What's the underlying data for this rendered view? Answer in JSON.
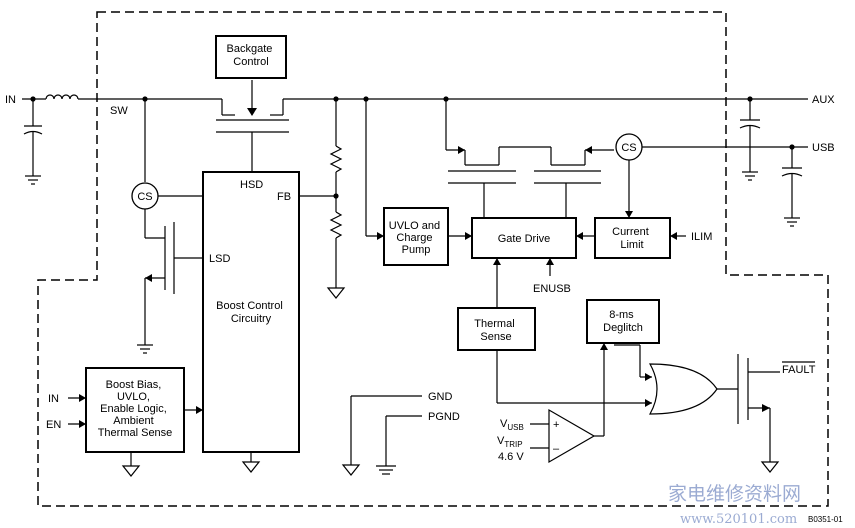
{
  "pins": {
    "in_main": "IN",
    "sw": "SW",
    "aux": "AUX",
    "usb": "USB",
    "ilim": "ILIM",
    "enusb": "ENUSB",
    "lsd": "LSD",
    "hsd": "HSD",
    "fb": "FB",
    "gnd": "GND",
    "pgnd": "PGND",
    "fault": "FAULT",
    "bias_in": "IN",
    "bias_en": "EN"
  },
  "blocks": {
    "backgate": [
      "Backgate",
      "Control"
    ],
    "boost_control": [
      "Boost Control",
      "Circuitry"
    ],
    "uvlo_pump": [
      "UVLO and",
      "Charge",
      "Pump"
    ],
    "gate_drive": "Gate Drive",
    "current_limit": [
      "Current",
      "Limit"
    ],
    "thermal_sense": [
      "Thermal",
      "Sense"
    ],
    "deglitch": [
      "8-ms",
      "Deglitch"
    ],
    "boost_bias": [
      "Boost Bias,",
      "UVLO,",
      "Enable Logic,",
      "Ambient",
      "Thermal Sense"
    ]
  },
  "sense": {
    "cs_left": "CS",
    "cs_right": "CS"
  },
  "comparator": {
    "plus": "+",
    "minus": "–",
    "vusb_main": "V",
    "vusb_sub": "USB",
    "vtrip_main": "V",
    "vtrip_sub": "TRIP",
    "vtrip_value": "4.6 V"
  },
  "figure_id": "B0351-01",
  "watermark": {
    "text": "家电维修资料网",
    "url": "www.520101.com"
  }
}
